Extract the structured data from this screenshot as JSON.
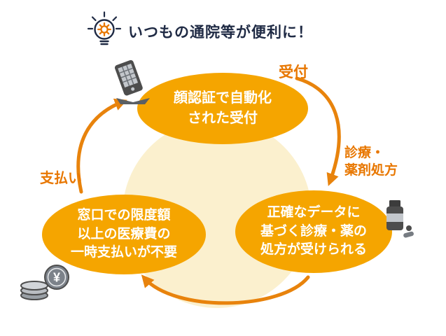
{
  "title": {
    "text": "いつもの通院等が便利に！"
  },
  "stages": {
    "reception": {
      "label": "受付",
      "bubble": "顔認証で自動化\nされた受付"
    },
    "treatment": {
      "label": "診療・\n薬剤処方",
      "bubble": "正確なデータに\n基づく診療・薬の\n処方が受けられる"
    },
    "payment": {
      "label": "支払い",
      "bubble": "窓口での限度額\n以上の医療費の\n一時支払いが不要"
    }
  },
  "icons": {
    "title_icon": "lightbulb-gear-icon",
    "reception_icon": "face-recognition-kiosk-icon",
    "treatment_icon": "medicine-bottle-icon",
    "payment_icon": "yen-coins-icon",
    "yen_symbol": "¥"
  },
  "colors": {
    "bubble": "#F5A500",
    "arrow": "#E8830C",
    "label": "#E87700",
    "title": "#1F2A44",
    "pale": "#FBF0CE"
  }
}
